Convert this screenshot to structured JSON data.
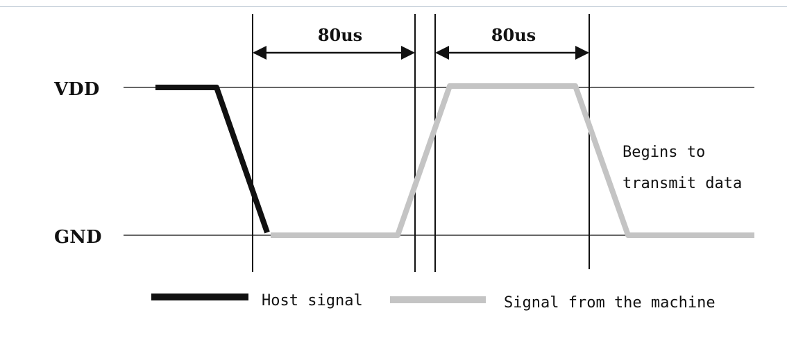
{
  "diagram": {
    "levels": {
      "vdd": "VDD",
      "gnd": "GND"
    },
    "intervals": [
      {
        "label": "80us"
      },
      {
        "label": "80us"
      }
    ],
    "annotation": {
      "line1": "Begins to",
      "line2": "transmit data"
    },
    "legend": {
      "host": "Host signal",
      "machine": "Signal from the machine"
    },
    "colors": {
      "host_signal": "#111111",
      "machine_signal": "#c4c4c4",
      "reference_line": "#333333"
    }
  }
}
